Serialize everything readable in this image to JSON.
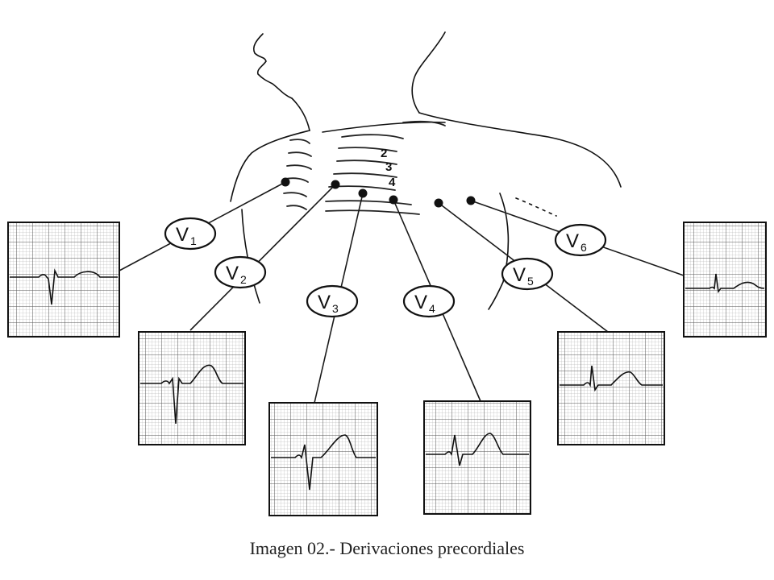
{
  "figure": {
    "rib_numbers": [
      "2",
      "3",
      "4"
    ],
    "caption": "Imagen 02.- Derivaciones precordiales"
  },
  "leads": [
    {
      "id": "v1",
      "letter": "V",
      "sub": "1"
    },
    {
      "id": "v2",
      "letter": "V",
      "sub": "2"
    },
    {
      "id": "v3",
      "letter": "V",
      "sub": "3"
    },
    {
      "id": "v4",
      "letter": "V",
      "sub": "4"
    },
    {
      "id": "v5",
      "letter": "V",
      "sub": "5"
    },
    {
      "id": "v6",
      "letter": "V",
      "sub": "6"
    }
  ],
  "colors": {
    "ink": "#111111",
    "paper": "#ffffff",
    "grid": "#9a9a9a"
  }
}
